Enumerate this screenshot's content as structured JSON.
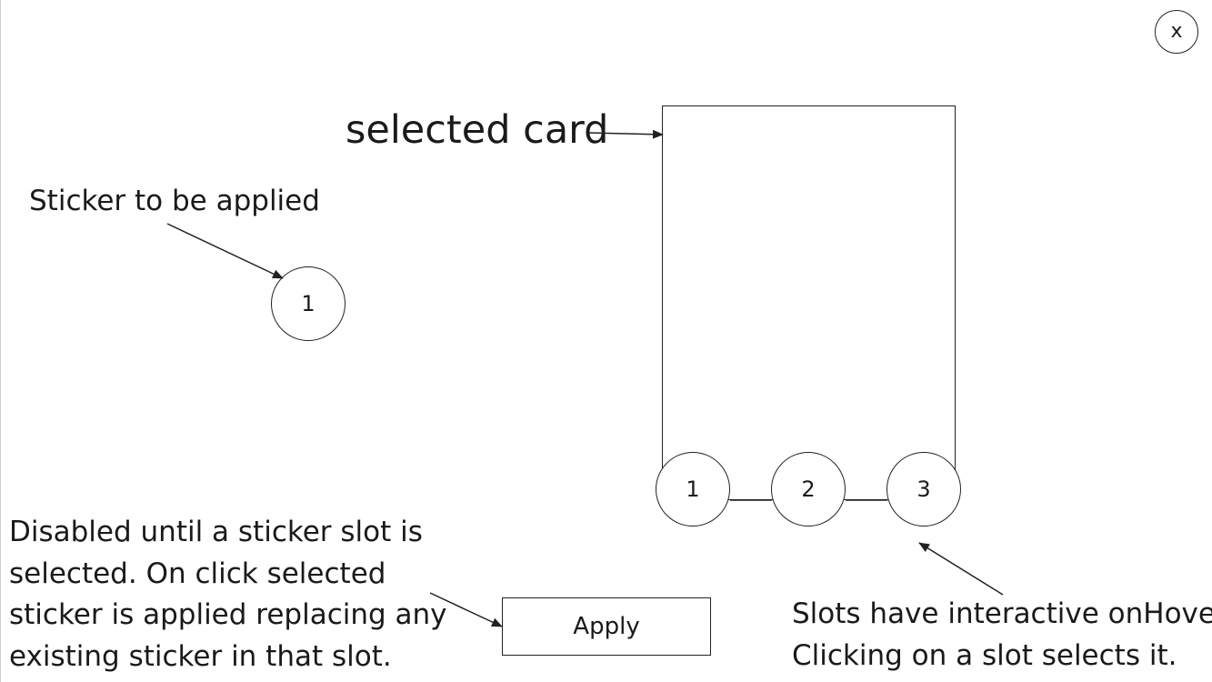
{
  "close_button": {
    "label": "x"
  },
  "card": {
    "label": "selected card",
    "slots": [
      {
        "label": "1"
      },
      {
        "label": "2"
      },
      {
        "label": "3"
      }
    ]
  },
  "sticker": {
    "caption": "Sticker to be applied",
    "label": "1"
  },
  "apply": {
    "label": "Apply",
    "note_lines": [
      "Disabled until a sticker slot is",
      "selected. On click selected",
      "sticker is applied replacing any",
      "existing sticker in that slot."
    ]
  },
  "slots_note_lines": [
    "Slots have interactive onHover.",
    "Clicking on a slot selects it."
  ]
}
